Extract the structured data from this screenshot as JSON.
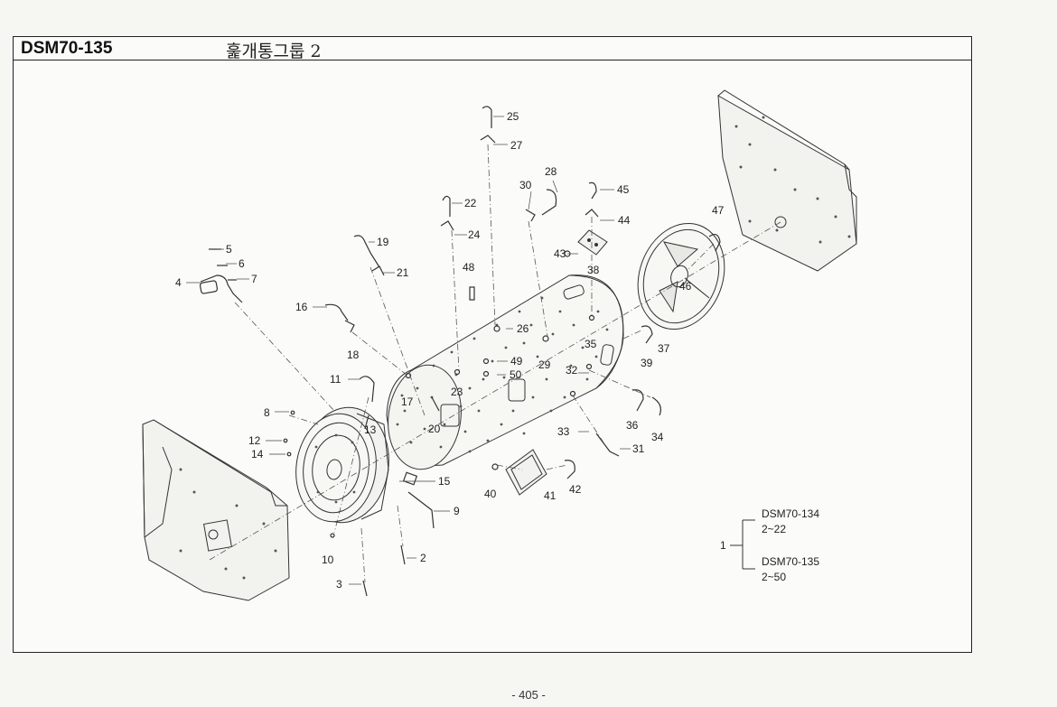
{
  "header": {
    "code": "DSM70-135",
    "title": "훑개통그룹 2"
  },
  "footer": {
    "page": "- 405 -"
  },
  "callouts": [
    "1",
    "2",
    "3",
    "4",
    "5",
    "6",
    "7",
    "8",
    "9",
    "10",
    "11",
    "12",
    "13",
    "14",
    "15",
    "16",
    "17",
    "18",
    "19",
    "20",
    "21",
    "22",
    "23",
    "24",
    "25",
    "26",
    "27",
    "28",
    "29",
    "30",
    "31",
    "32",
    "33",
    "34",
    "35",
    "36",
    "37",
    "38",
    "39",
    "40",
    "41",
    "42",
    "43",
    "44",
    "45",
    "46",
    "47",
    "48",
    "49",
    "50"
  ],
  "assembly_note": {
    "item": "1",
    "groups": [
      {
        "code": "DSM70-134",
        "range": "2~22"
      },
      {
        "code": "DSM70-135",
        "range": "2~50"
      }
    ]
  }
}
